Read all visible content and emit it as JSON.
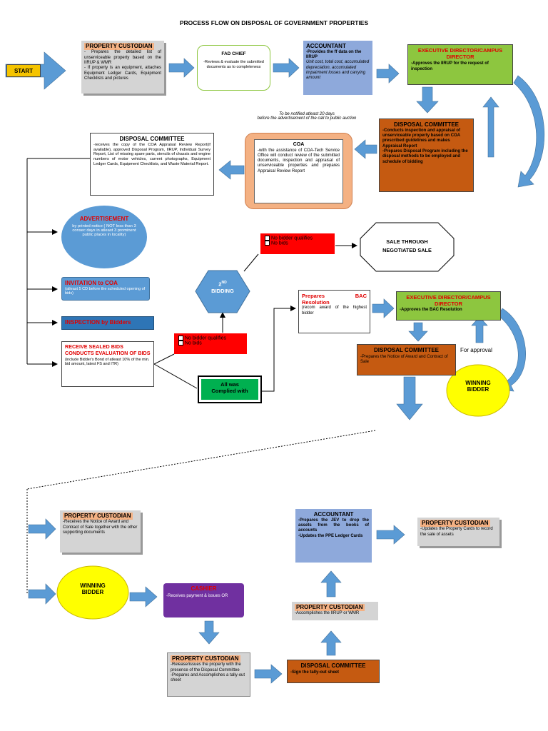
{
  "title": "PROCESS FLOW ON DISPOSAL OF GOVERNMENT PROPERTIES",
  "start": "START",
  "custodian1": {
    "header": "PROPERTY CUSTODIAN",
    "body": "- Prepares the detailed list of unserviceable property based on the IIRUP & WMR\n- If property is an equipment, attaches Equipment Ledger Cards, Equipment Checklists and pictures"
  },
  "fad_chief": {
    "header": "FAD CHIEF",
    "body": "-Reviews & evaluate the submitted documents as to completeness"
  },
  "accountant1": {
    "header": "ACCOUNTANT",
    "body": "-Provides the ff data on the IIRUP",
    "body2": "Unit cost, total cost, accumulated depreciation, accumulated impairment losses and carrying amount"
  },
  "exec_director1": {
    "header": "EXECUTIVE DIRECTOR/CAMPUS DIRECTOR",
    "body": "-Approves the IIRUP for the request of inspection"
  },
  "notify_note": {
    "line1": "To be notified atleast 20 days",
    "line2": "before the advertisement of the call to public auction"
  },
  "disposal_committee1": {
    "header": "DISPOSAL COMMITTEE",
    "body": "-Conducts inspection and appraisal of unserviceable property based on COA prescribed guidelines and makes Appraisal Report\n-Prepares Disposal Program including the disposal methods to be employed and schedule of bidding"
  },
  "coa": {
    "header": "COA",
    "body": "-with the assistance of COA-Tech Service Office will conduct review of the submitted documents, inspection and appraisal of unserviceable properties and prepares Appraisal Review Report"
  },
  "disposal_committee2": {
    "header": "DISPOSAL COMMITTEE",
    "body": "-receives the copy of the COA Appraisal Review Report(if available), approved Disposal Program, IIRUP, Individual Survey Report, List of missing spare parts, stencils of chassis and engine numbers of motor vehicles, current photographs, Equipment Ledger Cards, Equipment Checklists, and Waste Material Report."
  },
  "advertisement": {
    "header": "ADVERTISEMENT",
    "body": "by printed notice ( NOT less than 3 consec days in atleast 3 prominent public places in locality)"
  },
  "invitation": {
    "header": "INVITATION to COA",
    "body": "(atleast 5 CD before the scheduled opening of bids)"
  },
  "inspection": {
    "header": "INSPECTION by Bidders"
  },
  "receive_bids": {
    "header": "RECEIVE SEALED BIDS CONDUCTS EVALUATION OF BIDS",
    "body": "(include Bidder's Bond of atleast 10% of the min. bid amount, latest FS and ITR)"
  },
  "no_bidder1": {
    "line1": "No bidder qualifies",
    "line2": "No bids"
  },
  "no_bidder2": {
    "line1": "No bidder qualifies",
    "line2": "No bids"
  },
  "complied": {
    "line1": "All was",
    "line2": "Complied with"
  },
  "second_bidding": {
    "num": "2",
    "sup": "ND",
    "label": "BIDDING"
  },
  "negotiated": {
    "line1": "SALE THROUGH",
    "line2": "NEGOTIATED SALE"
  },
  "bac": {
    "header": "Prepares BAC Resolution",
    "body": "(recom award of the highest bidder"
  },
  "exec_director2": {
    "header": "EXECUTIVE DIRECTOR/CAMPUS DIRECTOR",
    "body": "-Approves the BAC Resolution"
  },
  "disposal_committee3": {
    "header": "DISPOSAL COMMITTEE",
    "body": "-Prepares the Notice of Award and Contract of Sale"
  },
  "for_approval": "For approval",
  "winning_bidder1": {
    "line1": "WINNING",
    "line2": "BIDDER"
  },
  "custodian2": {
    "header": "PROPERTY CUSTODIAN",
    "body": "-Receives the Notice of Award and Contract of Sale together with the other supporting documents"
  },
  "winning_bidder2": {
    "line1": "WINNING",
    "line2": "BIDDER"
  },
  "cashier": {
    "header": "CASHIER",
    "body": "-Receives payment & issues OR"
  },
  "custodian3": {
    "header": "PROPERTY CUSTODIAN",
    "body": "-Release/issues the property with the presence of the Disposal Committee\n-Prepares and Accomplishes a tally-out sheet"
  },
  "disposal_committee4": {
    "header": "DISPOSAL COMMITTEE",
    "body": "-Sign the tally-out sheet"
  },
  "custodian4": {
    "header": "PROPERTY CUSTODIAN",
    "body": "-Accomplishes the IIRUP or WMR"
  },
  "accountant2": {
    "header": "ACCOUNTANT",
    "body": "-Prepares the JEV to drop the assets from the books of accounts\n-Updates the PPE Ledger Cards"
  },
  "custodian5": {
    "header": "PROPERTY CUSTODIAN",
    "body": "-Updates the Property Cards to record the sale of assets"
  },
  "colors": {
    "arrow": "#5b9bd5",
    "start": "#f5c400",
    "gray": "#d4d4d4",
    "blue": "#8ea9db",
    "green": "#8dc63f",
    "brown": "#c55a11",
    "peach": "#f4b183",
    "red": "#ff0000",
    "yellow": "#ffff00",
    "ellipse": "#5b9bd5",
    "purple": "#7030a0"
  }
}
